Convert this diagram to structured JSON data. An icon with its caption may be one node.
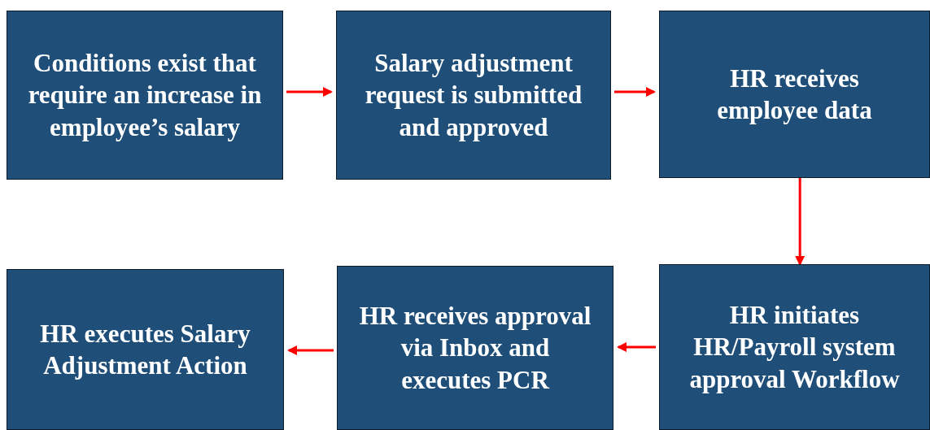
{
  "diagram": {
    "nodes": [
      {
        "text": [
          "Conditions exist that require an increase in employee’s salary"
        ]
      },
      {
        "text": [
          "Salary adjustment request is submitted and approved"
        ]
      },
      {
        "text": [
          "HR receives employee data"
        ]
      },
      {
        "text": [
          "HR initiates HR/Payroll system approval Workflow"
        ]
      },
      {
        "text": [
          "HR receives approval via Inbox and executes PCR"
        ]
      },
      {
        "text": [
          "HR executes Salary Adjustment Action"
        ]
      }
    ],
    "edges": [
      {
        "from": 0,
        "to": 1,
        "arrow": "to"
      },
      {
        "from": 1,
        "to": 2,
        "arrow": "to"
      },
      {
        "from": 2,
        "to": 3,
        "arrow": "to"
      },
      {
        "from": 3,
        "to": 4,
        "arrow": "to"
      },
      {
        "from": 4,
        "to": 5,
        "arrow": "to"
      }
    ]
  }
}
